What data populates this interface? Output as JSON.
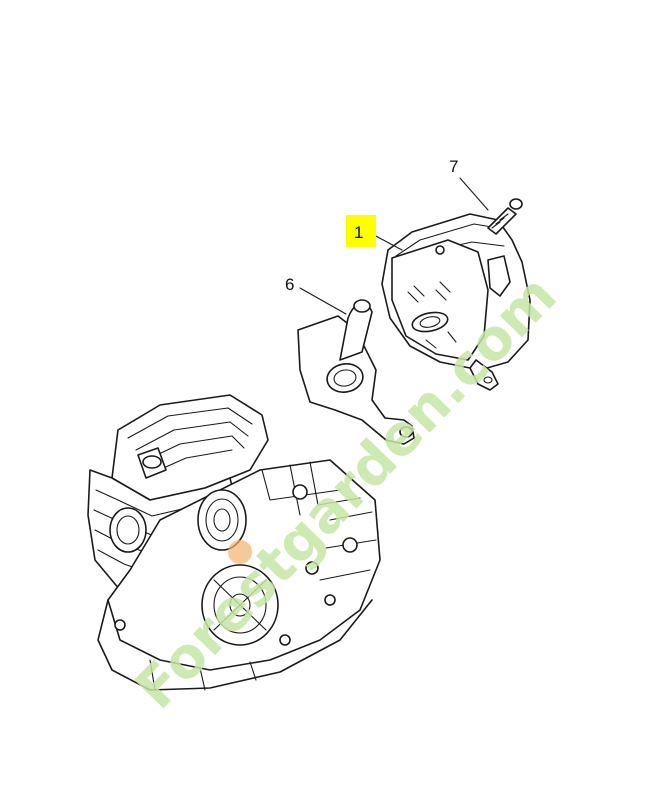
{
  "callouts": {
    "muffler": "1",
    "guide_plate": "6",
    "screw": "7"
  },
  "watermark": {
    "text": "Forestgarden.com"
  },
  "colors": {
    "highlight": "#ffff00",
    "watermark_green": "#c4e6a6",
    "watermark_orange": "#f5b26c",
    "line": "#1a1a1a"
  }
}
